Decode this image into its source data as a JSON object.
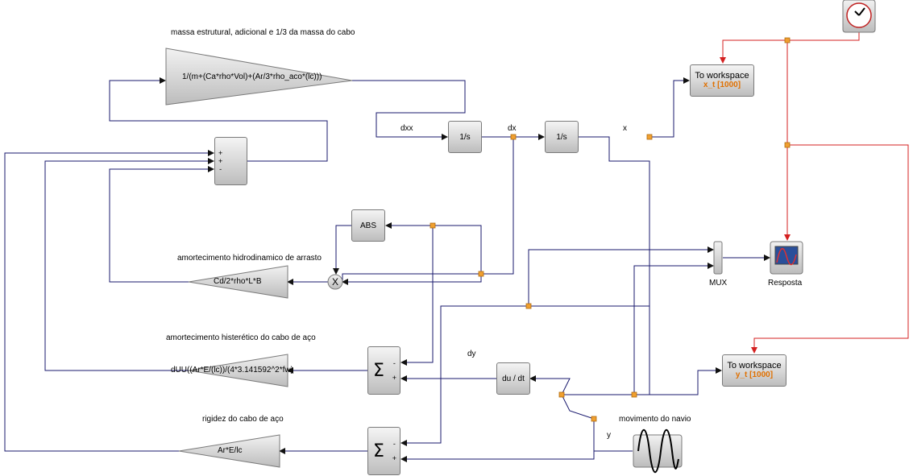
{
  "labels": {
    "mass": "massa estrutural, adicional e 1/3 da massa do cabo",
    "drag": "amortecimento hidrodinamico de arrasto",
    "hyst": "amortecimento histerético do cabo de aço",
    "stiff": "rigidez do cabo de aço",
    "ship": "movimento do navio",
    "dxx": "dxx",
    "dx": "dx",
    "x": "x",
    "dy": "dy",
    "y": "y",
    "mux": "MUX",
    "resposta": "Resposta"
  },
  "blocks": {
    "gain_mass": "1/(m+(Ca*rho*Vol)+(Ar/3*rho_aco*(lc)))",
    "gain_drag": "Cd/2*rho*L*B",
    "gain_hyst": "dUU((Ar*E/(lc))/(4*3.141592^2*fw)",
    "gain_stiff": "Ar*E/lc",
    "int1": "1/s",
    "int2": "1/s",
    "abs": "ABS",
    "deriv": "du / dt",
    "ws_x_title": "To workspace",
    "ws_x_var": "x_t [1000]",
    "ws_y_title": "To workspace",
    "ws_y_var": "y_t [1000]",
    "sum_signs": [
      "+",
      "+",
      "-"
    ],
    "sum_hyst_signs": [
      "-",
      "+"
    ],
    "sum_stiff_signs": [
      "-",
      "+"
    ]
  },
  "colors": {
    "signal": "#1a1a6e",
    "event": "#d42020",
    "split": "#f0a030"
  }
}
